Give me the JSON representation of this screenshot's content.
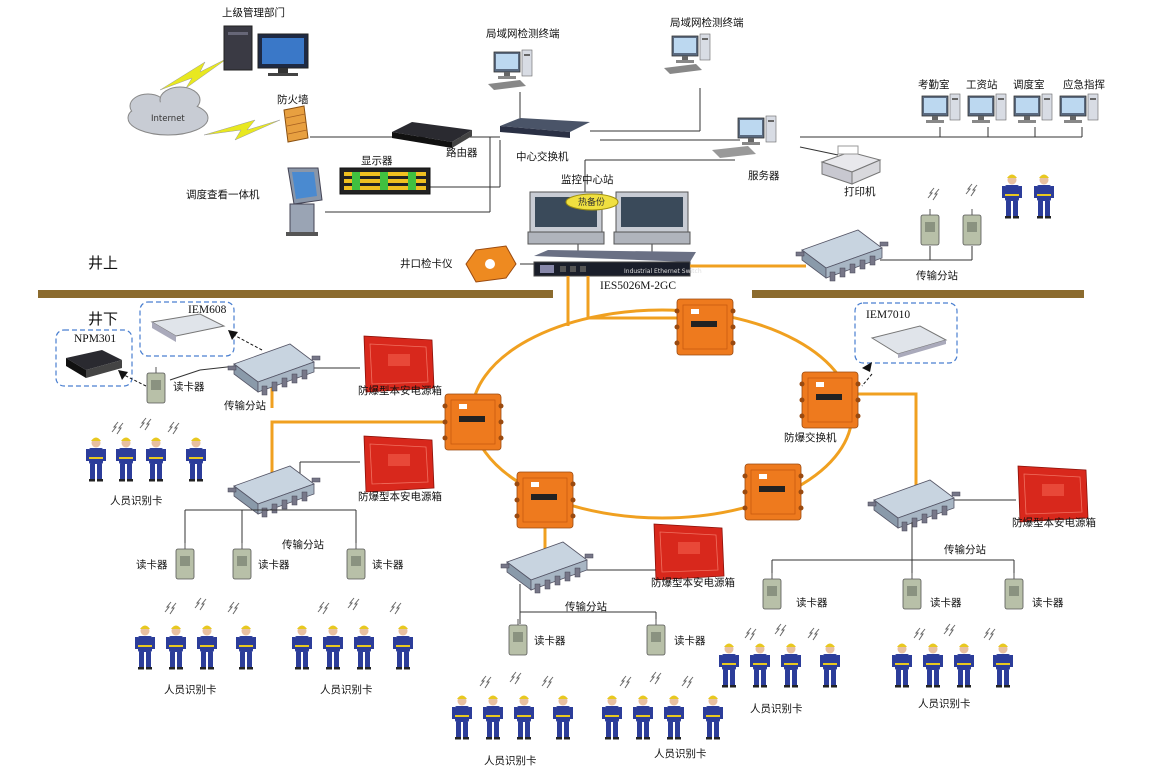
{
  "zones": {
    "above": "井上",
    "below": "井下"
  },
  "surface": {
    "hq": "上级管理部门",
    "internet": "Internet",
    "firewall": "防火墙",
    "router": "路由器",
    "core_switch": "中心交换机",
    "lan_terminal_1": "局域网检测终端",
    "lan_terminal_2": "局域网检测终端",
    "display": "显示器",
    "kiosk": "调度查看一体机",
    "monitor_center": "监控中心站",
    "hot_standby": "热备份",
    "server": "服务器",
    "printer": "打印机",
    "offices": [
      "考勤室",
      "工资站",
      "调度室",
      "应急指挥"
    ],
    "wellhead_checker": "井口检卡仪",
    "main_switch": "IES5026M-2GC",
    "main_switch_panel": "Industrial Ethernet Switch",
    "transfer_station_top": "传输分站"
  },
  "underground": {
    "iem608": "IEM608",
    "npm301": "NPM301",
    "iem7010": "IEM7010",
    "flameproof_switch": "防爆交换机",
    "station_label": "传输分站",
    "power_box_label": "防爆型本安电源箱",
    "reader_label": "读卡器",
    "card_label": "人员识别卡"
  },
  "colors": {
    "fiber": "#f0a020",
    "ground": "#8b6b2e",
    "switch_box": "#ee7a1e",
    "power_box": "#d8281c",
    "station_body": "#9eaec0",
    "worker_body": "#2c3d9a",
    "worker_helmet": "#e8c820",
    "callout": "#4a7fd0"
  },
  "icons": [
    "computer-icon",
    "cloud-icon",
    "firewall-icon",
    "router-icon",
    "switch-icon",
    "server-icon",
    "printer-icon",
    "kiosk-icon",
    "led-display-icon",
    "monitor-station-icon",
    "card-reader-icon",
    "worker-icon",
    "transfer-station-icon",
    "power-box-icon",
    "flameproof-switch-icon",
    "lightning-icon",
    "signal-wave-icon"
  ]
}
